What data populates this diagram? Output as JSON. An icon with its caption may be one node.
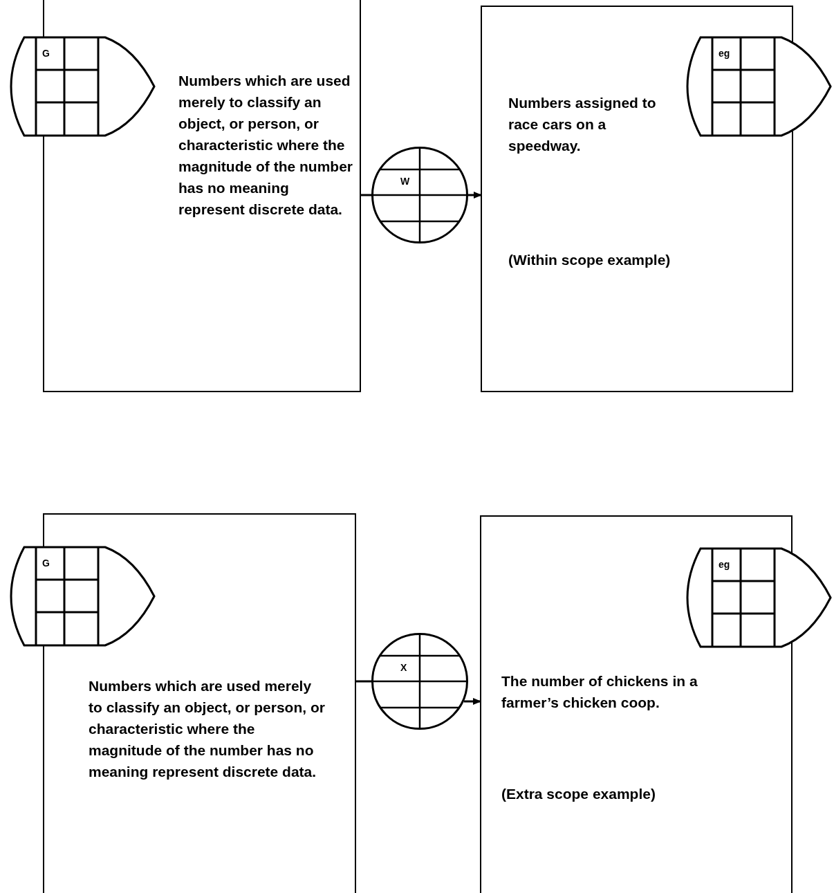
{
  "diagram": {
    "nodes": [
      {
        "text": [
          "Numbers which are used merely to classify an object, or person, or characteristic where the magnitude of the number has no meaning represent discrete data."
        ]
      },
      {
        "text": [
          "G"
        ]
      },
      {
        "text": [
          "W"
        ]
      },
      {
        "text": [
          "Numbers assigned to race cars on a speedway.",
          "(Within scope example)"
        ]
      },
      {
        "text": [
          "eg"
        ]
      },
      {
        "text": [
          "Numbers which are used merely to classify an object, or person, or characteristic where the magnitude of the number has no meaning represent discrete data."
        ]
      },
      {
        "text": [
          "G"
        ]
      },
      {
        "text": [
          "X"
        ]
      },
      {
        "text": [
          "The number of chickens in a farmer’s chicken coop.",
          "(Extra scope example)"
        ]
      },
      {
        "text": [
          "eg"
        ]
      }
    ],
    "edges": [
      {
        "from": 0,
        "to": 2,
        "arrow": "none"
      },
      {
        "from": 2,
        "to": 3,
        "arrow": "to"
      },
      {
        "from": 5,
        "to": 7,
        "arrow": "none"
      },
      {
        "from": 7,
        "to": 8,
        "arrow": "to"
      }
    ]
  }
}
